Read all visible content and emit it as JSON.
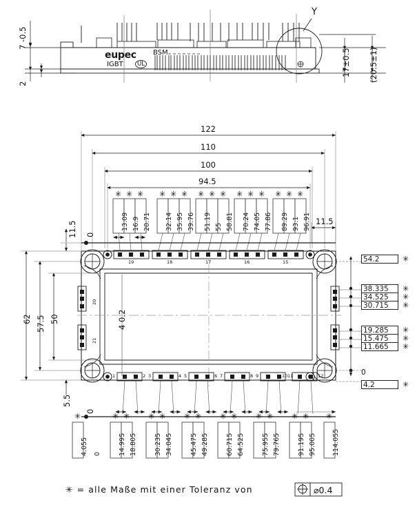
{
  "drawing": {
    "title_note": "✳ = alle Maße mit einer Toleranz von",
    "note_symbol": "⊕",
    "note_tolerance": "⌀0.4",
    "detail_callout": "Y"
  },
  "side_view": {
    "brand": "eupec",
    "brand_sub": "IGBT",
    "type_code": "BSM",
    "ul_mark": "UL",
    "left_dims": [
      "7 -0.5",
      "2"
    ],
    "right_dims": [
      "17±0.5",
      "(20.5±1)"
    ]
  },
  "plan_view": {
    "top_dims": [
      "122",
      "110",
      "100",
      "94.5"
    ],
    "left_dims": [
      "11.5",
      "62",
      "57.5",
      "50",
      "5.5"
    ],
    "right_top_dim": "11.5",
    "center_dim": "4 0.2",
    "datum_left": "0",
    "datum_right": "0",
    "right_dims": [
      "54.2",
      "38.335",
      "34.525",
      "30.715",
      "19.285",
      "15.475",
      "11.665",
      "0",
      "4.2"
    ],
    "right_starred": [
      true,
      true,
      true,
      true,
      true,
      true,
      true,
      false,
      true
    ],
    "top_pin_dims": [
      "13.09",
      "16.9",
      "20.71",
      "32.14",
      "35.95",
      "39.76",
      "51.19",
      "55",
      "58.81",
      "70.24",
      "74.05",
      "77.86",
      "89.29",
      "93.1",
      "96.91"
    ],
    "bottom_pin_dims": [
      "4.055",
      "0",
      "14.995",
      "18.805",
      "30.235",
      "34.045",
      "45.475",
      "49.285",
      "60.715",
      "64.525",
      "75.955",
      "79.765",
      "91.195",
      "95.005",
      "114.055"
    ],
    "bottom_starred": [
      true,
      false,
      true,
      true,
      true,
      true,
      true,
      true,
      true,
      true,
      true,
      true,
      true,
      true,
      true
    ],
    "top_pin_numbers": [
      "19",
      "18",
      "17",
      "16",
      "15"
    ],
    "bottom_pin_numbers": [
      "1",
      "2",
      "3",
      "4",
      "5",
      "6",
      "7",
      "8",
      "9",
      "10",
      "11",
      "12"
    ],
    "side_pin_numbers": [
      "20",
      "21"
    ]
  },
  "colors": {
    "line": "#1a1a1a",
    "thin": "#555555",
    "center": "#888888",
    "fill": "#ffffff"
  }
}
